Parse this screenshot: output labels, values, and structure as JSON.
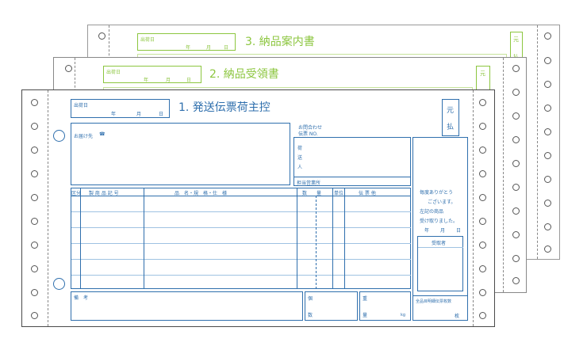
{
  "colors": {
    "green": "#8cc63f",
    "blue": "#2f6fad",
    "frame": "#4a4a4a"
  },
  "sheet3": {
    "shipdate_label": "出荷日",
    "year": "年",
    "month": "月",
    "day": "日",
    "title": "3. 納品案内書",
    "corner": "元",
    "corner2": "払"
  },
  "sheet2": {
    "shipdate_label": "出荷日",
    "year": "年",
    "month": "月",
    "day": "日",
    "title": "2. 納品受領書",
    "corner": "元"
  },
  "sheet1": {
    "shipdate_label": "出荷日",
    "year": "年",
    "month": "月",
    "day": "日",
    "title": "1. 発送伝票荷主控",
    "stamp_top": "元",
    "stamp_bottom": "払",
    "delivery_to": "お届け先",
    "phone_icon": "☎",
    "inquiry_label": "お問合わせ",
    "tracking_label": "伝票 NO.",
    "sender_chars": [
      "荷",
      "送",
      "人"
    ],
    "office_label": "担当営業所",
    "columns": {
      "kubun": "区分",
      "code": "製 商 品 記 号",
      "name": "品　名・規　格・仕　様",
      "qty": "数　　量",
      "unit": "単位",
      "remarks": "伝 票 他"
    },
    "thanks_lines": [
      "毎度ありがとう",
      "ございます。",
      "左記の商品",
      "受け取りました。"
    ],
    "ymd_small": [
      "年",
      "月",
      "日"
    ],
    "receiver_label": "受取者",
    "biko_label": "備　考",
    "pieces_char": "個",
    "count_char": "数",
    "weight_char": "重",
    "amount_char": "量",
    "kg_unit": "kg",
    "total_sheets_label": "全品目明細伝票枚数",
    "sheets_unit": "枚"
  }
}
